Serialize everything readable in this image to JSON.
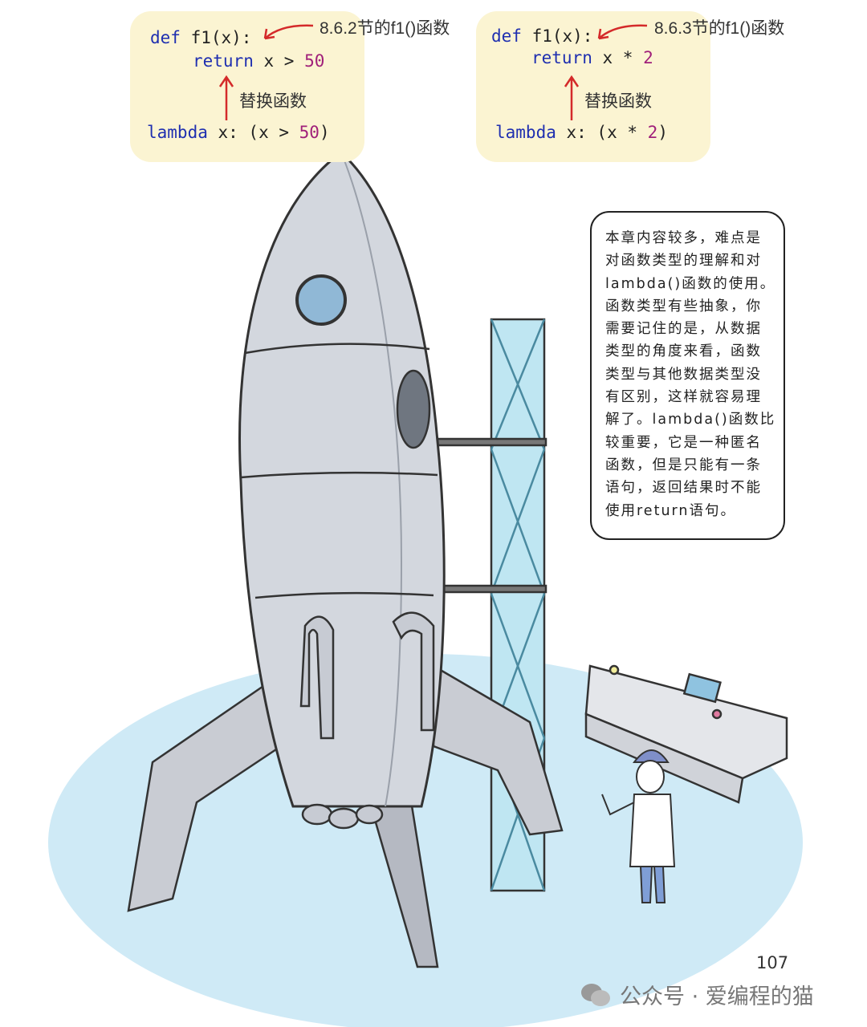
{
  "code_left": {
    "def_kw": "def",
    "def_rest": " f1(x):",
    "return_kw": "return",
    "return_rest": " x > ",
    "return_num": "50",
    "lambda_kw": "lambda",
    "lambda_rest": " x: (x > ",
    "lambda_num": "50",
    "lambda_close": ")",
    "note": "8.6.2节的f1()函数",
    "replace_label": "替换函数"
  },
  "code_right": {
    "def_kw": "def",
    "def_rest": " f1(x):",
    "return_kw": "return",
    "return_rest": " x * ",
    "return_num": "2",
    "lambda_kw": "lambda",
    "lambda_rest": " x: (x * ",
    "lambda_num": "2",
    "lambda_close": ")",
    "note": "8.6.3节的f1()函数",
    "replace_label": "替换函数"
  },
  "tip_lines": [
    "本章内容较多，难点是",
    "对函数类型的理解和对",
    "lambda()函数的使用。",
    "函数类型有些抽象，你",
    "需要记住的是，从数据",
    "类型的角度来看，函数",
    "类型与其他数据类型没",
    "有区别，这样就容易理",
    "解了。lambda()函数比",
    "较重要，它是一种匿名",
    "函数，但是只能有一条",
    "语句，返回结果时不能",
    "使用return语句。"
  ],
  "page_number": "107",
  "watermark": "公众号 · 爱编程的猫",
  "colors": {
    "code_bg": "#fbf4d2",
    "keyword": "#1f2fb0",
    "number": "#a0207a",
    "arrow": "#d42a2a",
    "ground": "#cfeaf6"
  }
}
